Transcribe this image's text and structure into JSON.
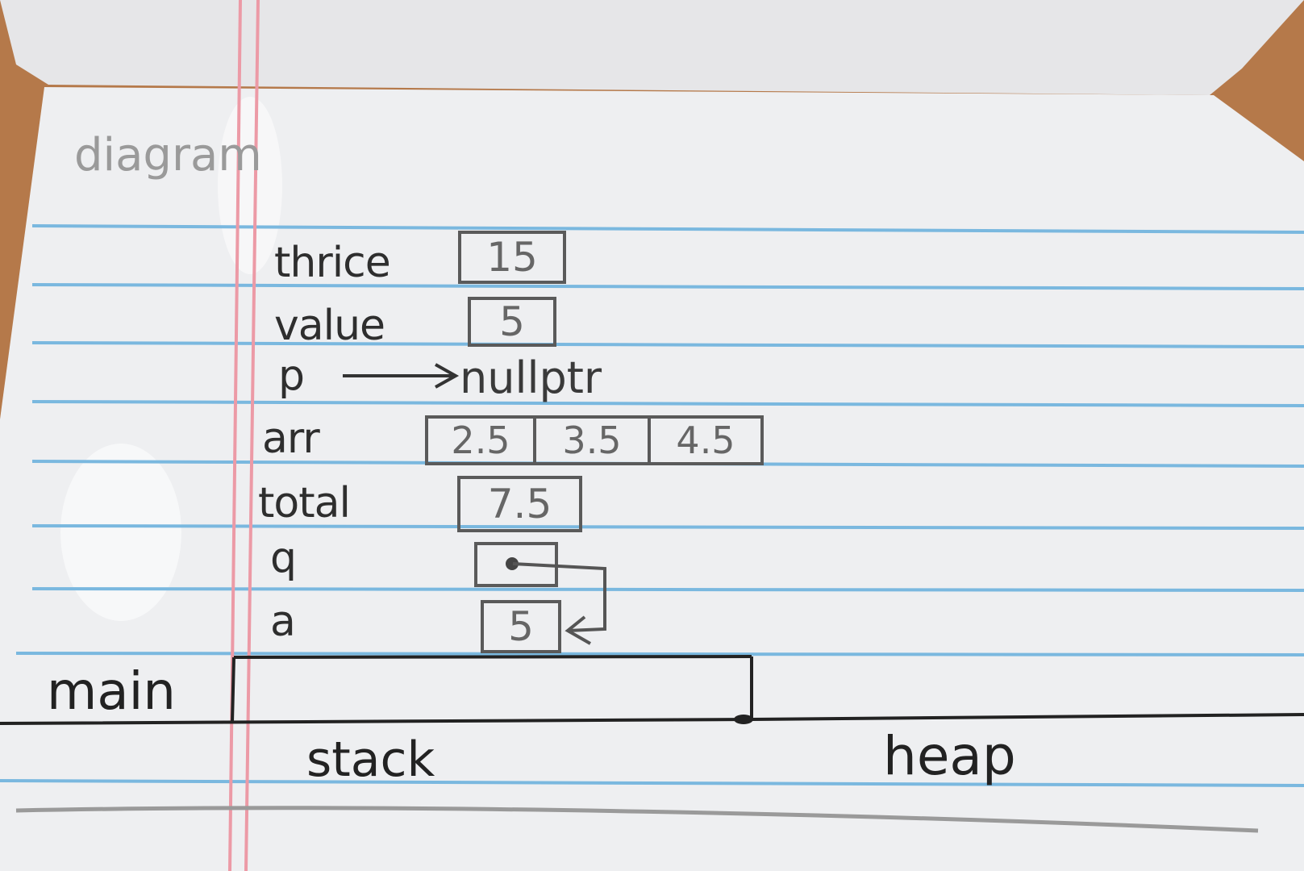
{
  "page": {
    "heading": "diagram"
  },
  "variables": [
    {
      "name": "thrice",
      "value": "15"
    },
    {
      "name": "value",
      "value": "5"
    },
    {
      "name": "p",
      "value": "nullptr"
    },
    {
      "name": "arr",
      "values": [
        "2.5",
        "3.5",
        "4.5"
      ]
    },
    {
      "name": "total",
      "value": "7.5"
    },
    {
      "name": "q",
      "value": ""
    },
    {
      "name": "a",
      "value": "5"
    }
  ],
  "frame": {
    "label": "main"
  },
  "regions": {
    "stack": "stack",
    "heap": "heap"
  },
  "colors": {
    "paper": "#eeeff1",
    "rule_line": "#7ab8df",
    "margin_line": "#ec9aa6",
    "ink": "#2e2e2e",
    "pencil": "#5a5a5a",
    "desk": "#b5794a"
  }
}
